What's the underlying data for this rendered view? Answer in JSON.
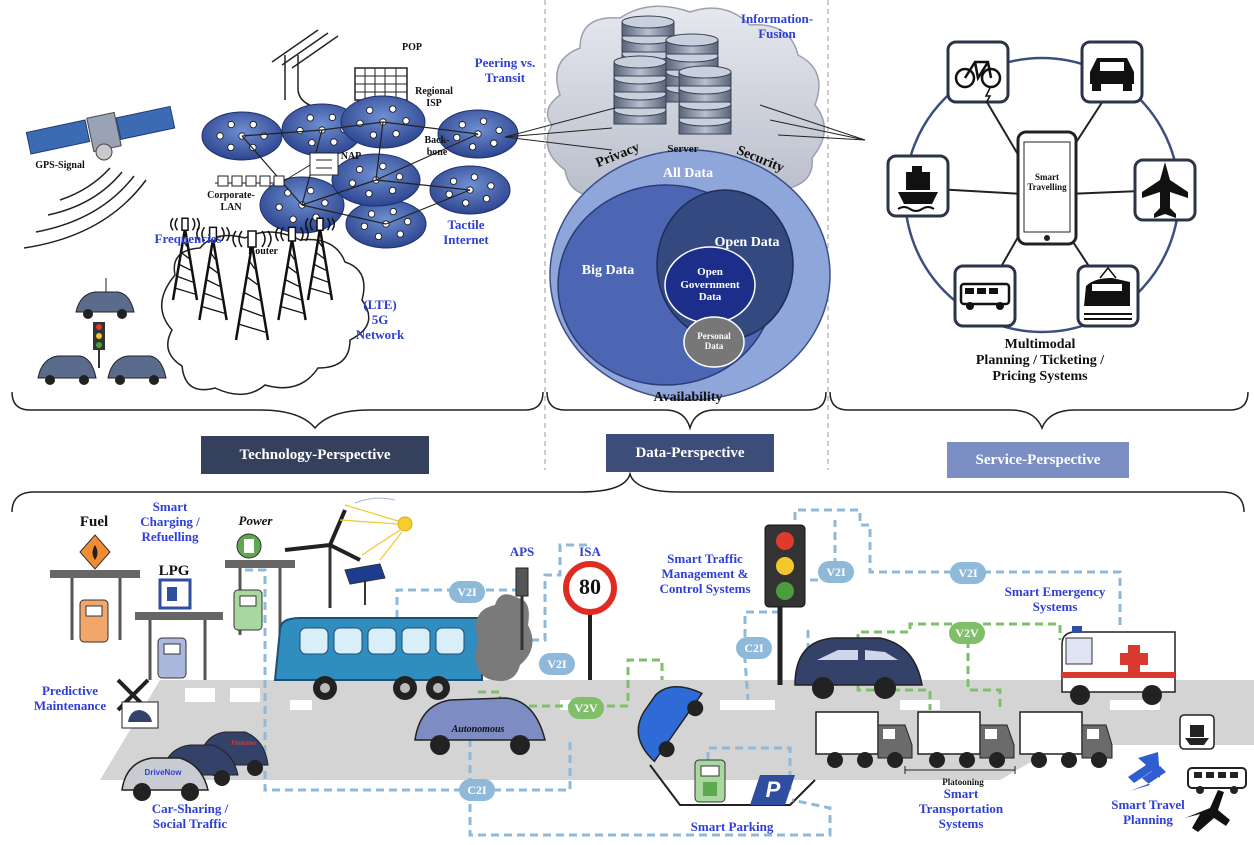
{
  "perspectives": {
    "technology": "Technology-Perspective",
    "data": "Data-Perspective",
    "service": "Service-Perspective"
  },
  "technology": {
    "gps": "GPS-Signal",
    "pop": "POP",
    "regional_isp": "Regional\nISP",
    "peering": "Peering vs.\nTransit",
    "backbone": "Back-\nbone",
    "nap": "NAP",
    "corporate_lan": "Corporate-\nLAN",
    "frequencies": "Frequencies",
    "router": "Router",
    "tactile": "Tactile\nInternet",
    "network": "(LTE)\n5G\nNetwork"
  },
  "data": {
    "info_fusion": "Information-\nFusion",
    "server": "Server",
    "privacy": "Privacy",
    "security": "Security",
    "all_data": "All Data",
    "big_data": "Big Data",
    "open_data": "Open Data",
    "open_gov": "Open\nGovernment\nData",
    "personal": "Personal\nData",
    "availability": "Availability"
  },
  "service": {
    "smart_travelling": "Smart\nTravelling",
    "multimodal": "Multimodal\nPlanning / Ticketing /\nPricing Systems"
  },
  "bottom": {
    "fuel": "Fuel",
    "lpg": "LPG",
    "smart_charging": "Smart\nCharging /\nRefuelling",
    "power": "Power",
    "aps": "APS",
    "isa": "ISA",
    "speed": "80",
    "traffic_mgmt": "Smart Traffic\nManagement &\nControl Systems",
    "emergency": "Smart Emergency\nSystems",
    "predictive": "Predictive\nMaintenance",
    "autonomous": "Autonomous",
    "car_sharing": "Car-Sharing /\nSocial Traffic",
    "drivenow": "DriveNow",
    "flinkster": "Flinkster",
    "smart_parking": "Smart Parking",
    "parking_p": "P",
    "platooning": "Platooning",
    "transport": "Smart\nTransportation\nSystems",
    "travel_planning": "Smart Travel\nPlanning",
    "v2i": "V2I",
    "v2v": "V2V",
    "c2i": "C2I"
  },
  "colors": {
    "perspective_box": "#34405c",
    "perspective_box_mid": "#3c4d79",
    "perspective_box_light": "#7b8fc4",
    "label_blue": "#2f3fd6",
    "cloud_blue": "#4c6bb3",
    "v2i_link": "#8fb9d9",
    "v2v_link": "#7fbf6a"
  }
}
